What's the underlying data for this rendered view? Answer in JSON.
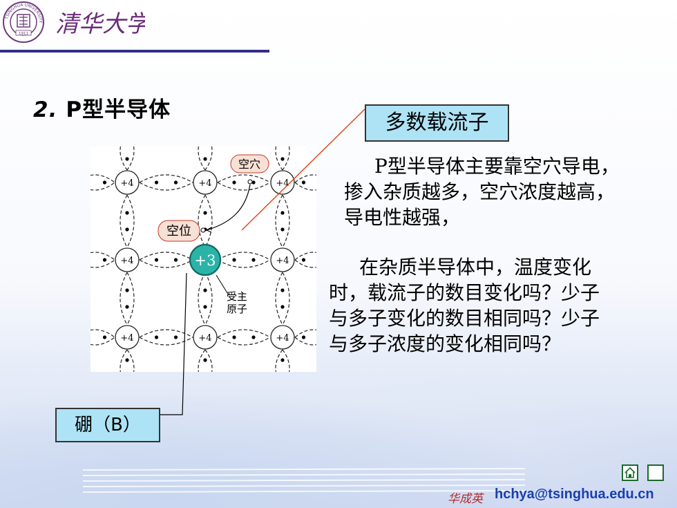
{
  "header": {
    "logo_text": "TSINGHUA UNIVERSITY",
    "logo_year": "1911",
    "script_title": "清华大学"
  },
  "section": {
    "number": "2.",
    "title": "P型半导体"
  },
  "lattice": {
    "atom_label": "+4",
    "acceptor_label": "+3",
    "hole_label": "空穴",
    "vacancy_label": "空位",
    "acceptor_atom_label_1": "受主",
    "acceptor_atom_label_2": "原子"
  },
  "callouts": {
    "majority_carrier": "多数载流子",
    "boron": "硼（B）"
  },
  "paragraphs": {
    "p1_lines": [
      "P型半导体主要靠空穴导电，",
      "掺入杂质越多，空穴浓度越高，",
      "导电性越强，"
    ],
    "p2_lines": [
      "在杂质半导体中，温度变化",
      "时，载流子的数目变化吗？少子",
      "与多子变化的数目相同吗？少子",
      "与多子浓度的变化相同吗？"
    ]
  },
  "footer": {
    "author": "华成英",
    "email": "hchya@tsinghua.edu.cn",
    "home_icon": "home-icon",
    "blank_icon": "square-icon"
  },
  "colors": {
    "callout_fill": "#aee3f5",
    "acceptor_fill": "#2bb3a8",
    "label_fill": "#f7e0d4",
    "header_rule": "#2f2f8a",
    "email": "#1a3fb0",
    "author": "#b52b2b"
  }
}
